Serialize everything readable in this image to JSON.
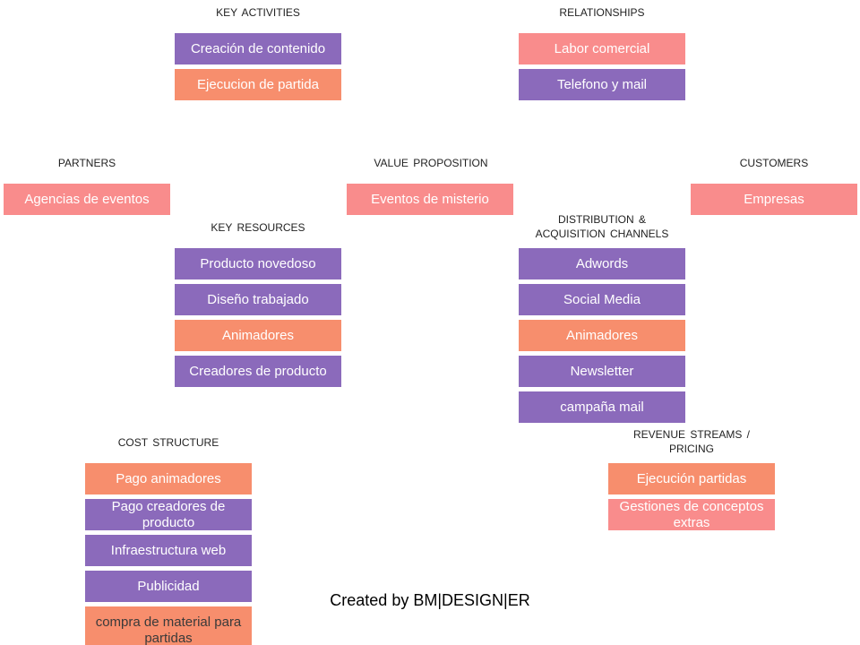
{
  "headings": {
    "key_activities": "KEY ACTIVITIES",
    "relationships": "RELATIONSHIPS",
    "partners": "PARTNERS",
    "value_proposition": "VALUE PROPOSITION",
    "customers": "CUSTOMERS",
    "key_resources": "KEY RESOURCES",
    "distribution": "DISTRIBUTION  &\nACQUISITION  CHANNELS",
    "cost_structure": "COST  STRUCTURE",
    "revenue_streams": "REVENUE STREAMS  /\nPRICING"
  },
  "key_activities": [
    "Creación de contenido",
    "Ejecucion de partida"
  ],
  "relationships": [
    "Labor comercial",
    "Telefono y mail"
  ],
  "partners": [
    "Agencias de eventos"
  ],
  "value_proposition": [
    "Eventos de misterio"
  ],
  "customers": [
    "Empresas"
  ],
  "key_resources": [
    "Producto novedoso",
    "Diseño trabajado",
    "Animadores",
    "Creadores de producto"
  ],
  "distribution": [
    "Adwords",
    "Social Media",
    "Animadores",
    "Newsletter",
    "campaña mail"
  ],
  "cost_structure": [
    "Pago animadores",
    "Pago creadores de producto",
    "Infraestructura web",
    "Publicidad",
    "compra de material para partidas"
  ],
  "revenue_streams": [
    "Ejecución partidas",
    "Gestiones de conceptos extras"
  ],
  "colors": {
    "purple": "#8b6abb",
    "orange": "#f78e6d",
    "pink": "#f98c8c"
  },
  "footer": "Created by BM|DESIGN|ER"
}
